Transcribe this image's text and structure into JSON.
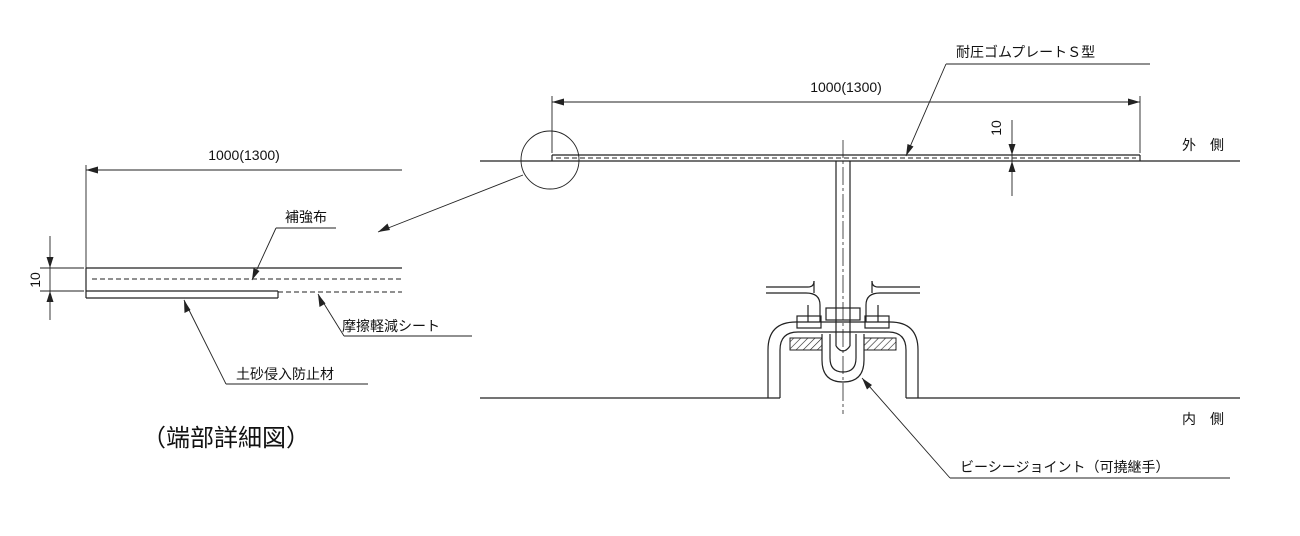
{
  "detail": {
    "dimension": "1000(1300)",
    "thickness": "10",
    "reinforcement_label": "補強布",
    "friction_sheet_label": "摩擦軽減シート",
    "sealant_label": "土砂侵入防止材",
    "caption": "（端部詳細図）"
  },
  "main": {
    "dimension": "1000(1300)",
    "thickness": "10",
    "plate_label": "耐圧ゴムプレートＳ型",
    "outside_label": "外　側",
    "inside_label": "内　側",
    "joint_label": "ビーシージョイント（可撓継手）"
  }
}
